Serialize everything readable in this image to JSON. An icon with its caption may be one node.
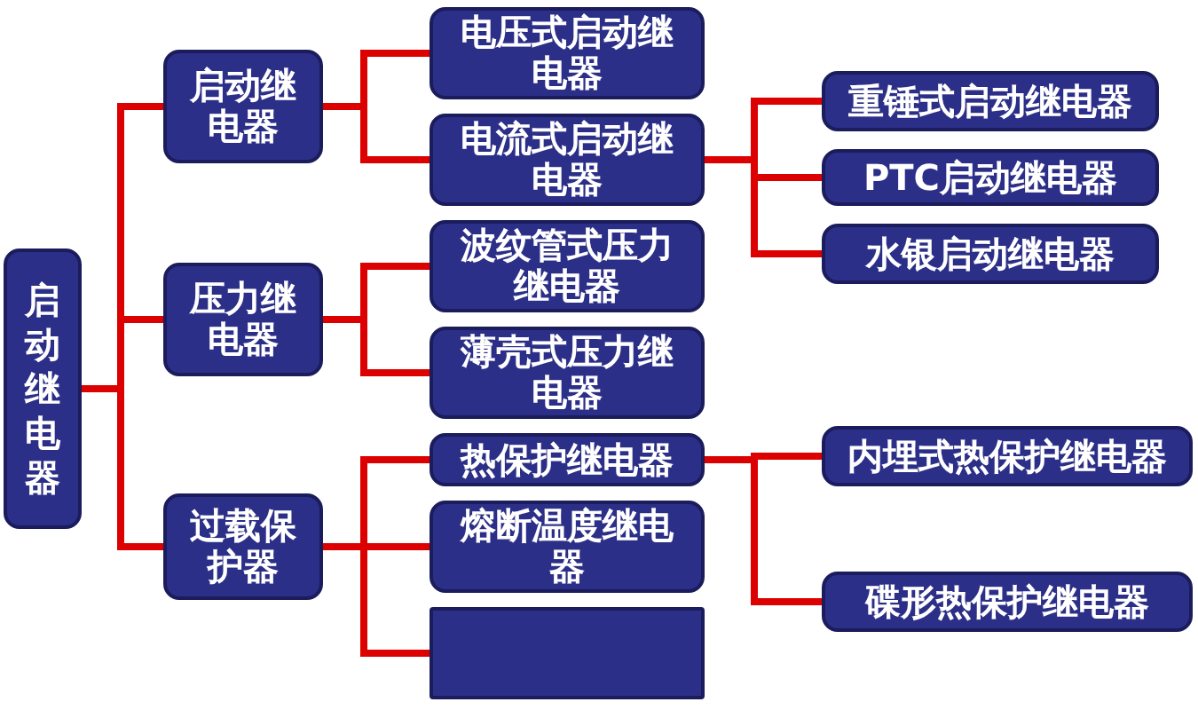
{
  "diagram": {
    "nodes": [
      {
        "text": [
          "启动继电器"
        ]
      },
      {
        "text": [
          "启动继电器"
        ]
      },
      {
        "text": [
          "电压式启动继电器"
        ]
      },
      {
        "text": [
          "电流式启动继电器"
        ]
      },
      {
        "text": [
          "重锤式启动继电器"
        ]
      },
      {
        "text": [
          "PTC启动继电器"
        ]
      },
      {
        "text": [
          "水银启动继电器"
        ]
      },
      {
        "text": [
          "压力继电器"
        ]
      },
      {
        "text": [
          "波纹管式压力继电器"
        ]
      },
      {
        "text": [
          "薄壳式压力继电器"
        ]
      },
      {
        "text": [
          "过载保护器"
        ]
      },
      {
        "text": [
          "热保护继电器"
        ]
      },
      {
        "text": [
          "内埋式热保护继电器"
        ]
      },
      {
        "text": [
          "碟形热保护继电器"
        ]
      },
      {
        "text": [
          "熔断温度继电器"
        ]
      },
      {
        "text": [],
        "shape": "box"
      }
    ],
    "edges": [
      {
        "from": 0,
        "to": 1,
        "arrow": "none"
      },
      {
        "from": 0,
        "to": 7,
        "arrow": "none"
      },
      {
        "from": 0,
        "to": 10,
        "arrow": "none"
      },
      {
        "from": 1,
        "to": 2,
        "arrow": "none"
      },
      {
        "from": 1,
        "to": 3,
        "arrow": "none"
      },
      {
        "from": 3,
        "to": 4,
        "arrow": "none"
      },
      {
        "from": 3,
        "to": 5,
        "arrow": "none"
      },
      {
        "from": 3,
        "to": 6,
        "arrow": "none"
      },
      {
        "from": 7,
        "to": 8,
        "arrow": "none"
      },
      {
        "from": 7,
        "to": 9,
        "arrow": "none"
      },
      {
        "from": 10,
        "to": 11,
        "arrow": "none"
      },
      {
        "from": 10,
        "to": 14,
        "arrow": "none"
      },
      {
        "from": 10,
        "to": 15,
        "arrow": "none"
      },
      {
        "from": 11,
        "to": 12,
        "arrow": "none"
      },
      {
        "from": 11,
        "to": 13,
        "arrow": "none"
      }
    ]
  }
}
